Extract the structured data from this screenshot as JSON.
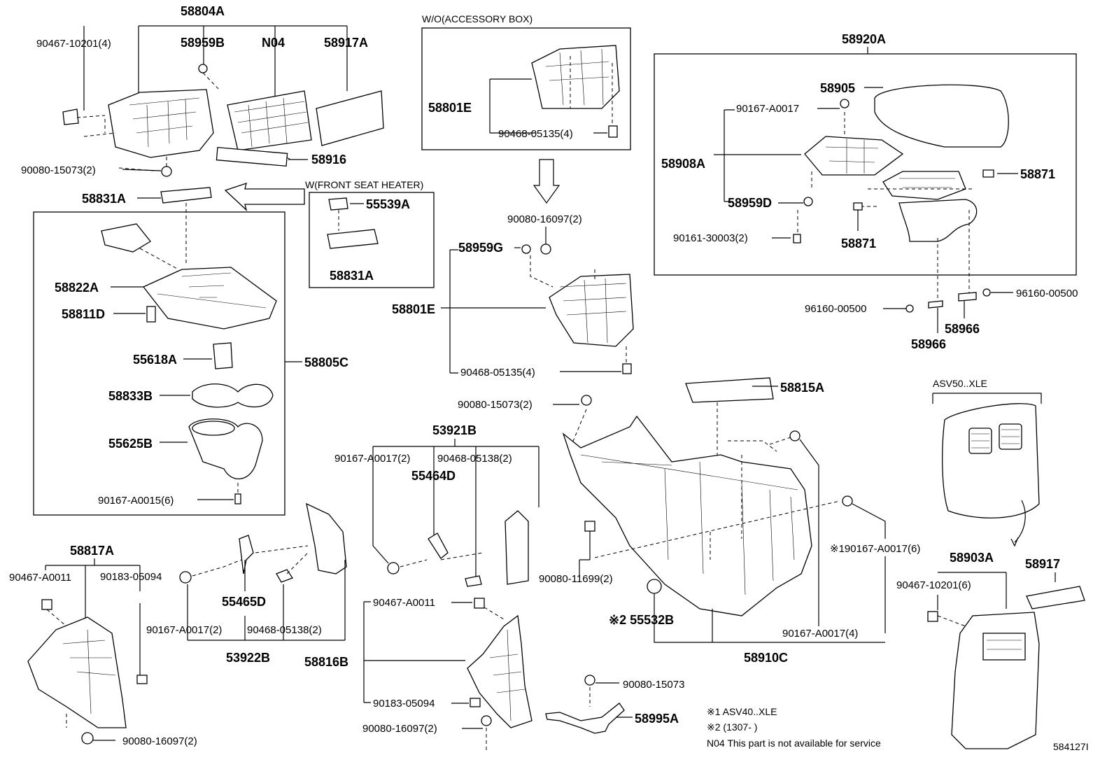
{
  "labels": {
    "58804A": "58804A",
    "90467_10201_4": "90467-10201(4)",
    "58959B": "58959B",
    "N04": "N04",
    "58917A": "58917A",
    "90080_15073_2_a": "90080-15073(2)",
    "58916": "58916",
    "58831A_top": "58831A",
    "w_front_seat_heater": "W(FRONT SEAT HEATER)",
    "55539A": "55539A",
    "58831A_box": "58831A",
    "58822A": "58822A",
    "58811D": "58811D",
    "55618A": "55618A",
    "58805C": "58805C",
    "58833B": "58833B",
    "55625B": "55625B",
    "90167_A0015_6": "90167-A0015(6)",
    "wo_accessory_box": "W/O(ACCESSORY BOX)",
    "58801E_box": "58801E",
    "90468_05135_4_box": "90468-05135(4)",
    "90080_16097_2_mid": "90080-16097(2)",
    "58959G": "58959G",
    "58801E": "58801E",
    "90468_05135_4": "90468-05135(4)",
    "58920A": "58920A",
    "58905": "58905",
    "90167_A0017_a": "90167-A0017",
    "58908A": "58908A",
    "58871_a": "58871",
    "58959D": "58959D",
    "90161_30003_2": "90161-30003(2)",
    "58871_b": "58871",
    "96160_00500_l": "96160-00500",
    "96160_00500_r": "96160-00500",
    "58966_a": "58966",
    "58966_b": "58966",
    "58815A": "58815A",
    "90080_15073_2_b": "90080-15073(2)",
    "53921B": "53921B",
    "90167_A0017_2_a": "90167-A0017(2)",
    "90468_05138_2_a": "90468-05138(2)",
    "55464D": "55464D",
    "asv50_xle": "ASV50..XLE",
    "58903A": "58903A",
    "58917": "58917",
    "90467_10201_6": "90467-10201(6)",
    "58817A": "58817A",
    "90467_A0011_a": "90467-A0011",
    "90183_05094_a": "90183-05094",
    "55465D": "55465D",
    "90167_A0017_2_b": "90167-A0017(2)",
    "90468_05138_2_b": "90468-05138(2)",
    "53922B": "53922B",
    "90467_A0011_b": "90467-A0011",
    "58816B": "58816B",
    "90183_05094_b": "90183-05094",
    "90080_16097_2_b": "90080-16097(2)",
    "90080_16097_2_c": "90080-16097(2)",
    "90080_15073": "90080-15073",
    "58995A": "58995A",
    "90080_11699_2": "90080-11699(2)",
    "90167_A0017_6": "※190167-A0017(6)",
    "55532B": "※2 55532B",
    "90167_A0017_4": "90167-A0017(4)",
    "58910C": "58910C"
  },
  "notes": {
    "note1": "※1 ASV40..XLE",
    "note2": "※2 (1307-       )",
    "note3": "N04 This part is not available for service"
  },
  "figure_id": "584127I"
}
